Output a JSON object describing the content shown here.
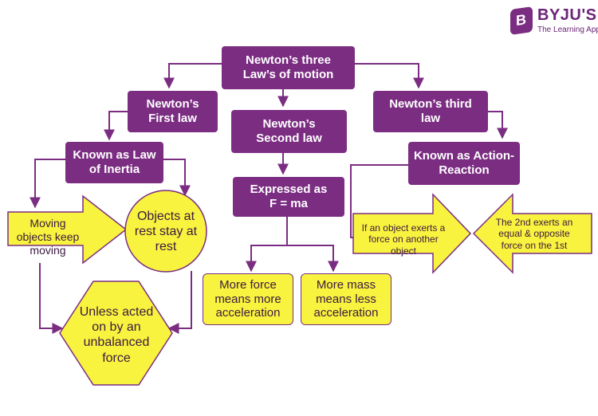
{
  "brand": {
    "name": "BYJU'S",
    "tagline": "The Learning App"
  },
  "nodes": {
    "root": "Newton’s three Law’s of motion",
    "first_law": "Newton’s First law",
    "second_law": "Newton’s Second law",
    "third_law": "Newton’s third law",
    "law_of_inertia": "Known as Law of Inertia",
    "expressed_as": "Expressed as F = ma",
    "action_reaction": "Known as Action-Reaction",
    "moving_objects": "Moving objects keep moving",
    "objects_at_rest": "Objects at rest stay at rest",
    "unless_acted": "Unless acted on by an unbalanced force",
    "more_force": "More force means more acceleration",
    "more_mass": "More mass means less acceleration",
    "object_exerts": "If an object exerts a force on another object",
    "second_exerts": "The 2nd exerts an equal & opposite force on the 1st"
  },
  "colors": {
    "purple": "#7b2d82",
    "yellow": "#f8f33f",
    "dark_text": "#3b1a40"
  }
}
